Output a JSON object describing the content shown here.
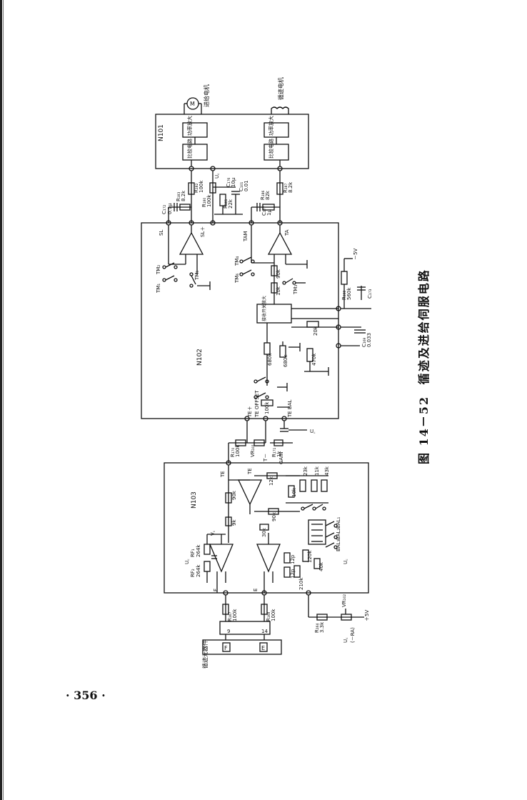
{
  "page": {
    "number": "· 356 ·",
    "caption": {
      "figure_no": "图 14－52",
      "title": "循迹及进给伺服电路"
    }
  },
  "blocks": {
    "n101_label": "N101",
    "n102_label": "N102",
    "n103_label": "N103",
    "feed_motor": "进给电机",
    "trace_motor": "循迹电机",
    "trace_component": "循迹元器件",
    "power_amp_feed": "功率放大",
    "compare_feed": "比较电路",
    "power_amp_trace": "功率放大",
    "compare_trace": "比较电路",
    "switch_amp": "接收开关放大",
    "motor_symbol": "M"
  },
  "labels": {
    "SL": "SL",
    "SL_out": "SL＋",
    "TAM": "TAM",
    "TA": "TA",
    "TM1": "TM₁",
    "TM2": "TM₂",
    "TM3": "TM₃",
    "TM4": "TM₄",
    "TM5": "TM₅",
    "TM6": "TM₆",
    "TE_plus": "TE＋",
    "TE_minus": "TE－",
    "T_minus": "T－",
    "TE": "TE",
    "GAIN": "GAIN",
    "TE_OFF": "TE OFFSET",
    "TE_BAL": "TE BAL",
    "Uc": "U꜀",
    "F": "F",
    "E": "E",
    "VF": "V꜀",
    "C172": "C₁₇₂",
    "C172v": "0.1μ",
    "R182": "R₁₈₂",
    "R182v": "100k",
    "R183": "R₁₈₃",
    "R183v": "8.2k",
    "R180": "R₁₈₀",
    "R180v": "100k",
    "R181": "R₁₈₁",
    "R181v": "22k",
    "C176": "C₁₇₆",
    "C176v": "10μ",
    "C101": "C₁₀₁",
    "C101v": "0.01",
    "R186": "R₁₈₆",
    "R186v": "82k",
    "C177": "C₁₇₇",
    "C177v": "1μ",
    "R187": "R₁₈₇",
    "R187v": "8.2k",
    "R188": "R₁₈₈",
    "R188v": "560k",
    "C173": "C₁₇₃",
    "C169": "C₁₆₉",
    "C169v": "0.033",
    "minus5v": "－5V",
    "r90k": "90k",
    "r10k": "10k",
    "r20k": "20k",
    "r680k": "680k",
    "r470k": "470k",
    "r680k2": "680k",
    "r100k": "100k",
    "R170": "R₁₇₀",
    "R170v": "100k",
    "VR101": "VR₁₀₁",
    "R171": "R₁₇₁",
    "R171v": "1k",
    "R167": "R₁₆₇",
    "R167v": "100k",
    "R168": "R₁₆₈",
    "R168v": "100k",
    "R164": "R₁₆₄",
    "R164v": "3.3k",
    "VR102": "VR₁₀₂",
    "plus5v": "＋5V",
    "Uc_minus": "U꜀",
    "RA_label": "(－RA)",
    "RF1": "RF₁",
    "RF1v": "264k",
    "RF2": "RF₂",
    "RF2v": "264k",
    "r12k": "12k",
    "r90k2": "90k",
    "r30k": "30k",
    "r9k": "9k",
    "r12p": "12p",
    "r12p2": "12p",
    "r80k": "80k",
    "r23k": "23k",
    "r11k": "11k",
    "r43k": "43k",
    "r40k": "40k",
    "r210k": "210k",
    "r120k": "120k",
    "BAL1": "BAL₁",
    "BAL2": "BAL₂",
    "BAL3": "BAL₃",
    "tr9": "9",
    "tr14": "14"
  }
}
